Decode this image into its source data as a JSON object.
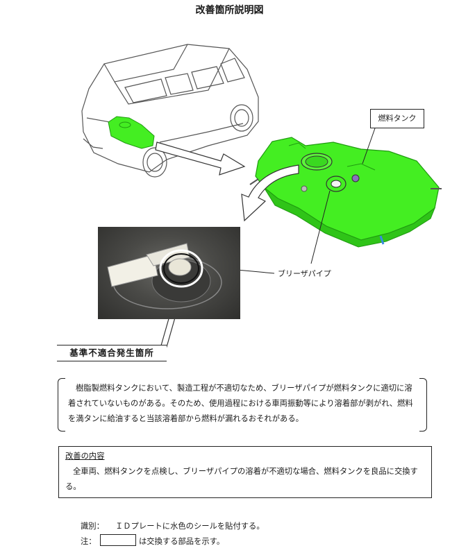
{
  "title": "改善箇所説明図",
  "labels": {
    "fuel_tank": "燃料タンク",
    "breather_pipe": "ブリーザパイプ",
    "defect_location": "基準不適合発生箇所"
  },
  "description": "樹脂製燃料タンクにおいて、製造工程が不適切なため、ブリーザパイプが燃料タンクに適切に溶着されていないものがある。そのため、使用過程における車両振動等により溶着部が剥がれ、燃料を満タンに給油すると当該溶着部から燃料が漏れるおそれがある。",
  "improvement": {
    "heading": "改善の内容",
    "text": "全車両、燃料タンクを点検し、ブリーザパイプの溶着が不適切な場合、燃料タンクを良品に交換する。"
  },
  "notes": {
    "id_label": "識別：",
    "id_text": "ＩＤプレートに水色のシールを貼付する。",
    "note_label": "注：",
    "note_text": "は交換する部品を示す。"
  },
  "colors": {
    "tank_green": "#44ee22",
    "tank_dark": "#1f9a10",
    "outline": "#333333"
  }
}
